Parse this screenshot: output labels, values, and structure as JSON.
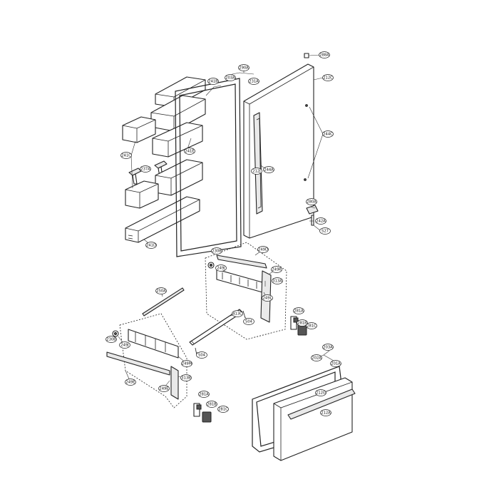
{
  "diagram": {
    "callouts": [
      {
        "id": "c-288a",
        "label": "288A"
      },
      {
        "id": "c-290a",
        "label": "290A"
      },
      {
        "id": "c-212c",
        "label": "212C"
      },
      {
        "id": "c-241b",
        "label": "241B"
      },
      {
        "id": "c-203a-top",
        "label": "203A"
      },
      {
        "id": "c-231a",
        "label": "231A"
      },
      {
        "id": "c-241e",
        "label": "241E"
      },
      {
        "id": "c-241c",
        "label": "241C"
      },
      {
        "id": "c-237a",
        "label": "237A"
      },
      {
        "id": "c-212j",
        "label": "212J"
      },
      {
        "id": "c-244a",
        "label": "244A"
      },
      {
        "id": "c-244c",
        "label": "244C"
      },
      {
        "id": "c-280a",
        "label": "280A"
      },
      {
        "id": "c-242a",
        "label": "242A"
      },
      {
        "id": "c-s27",
        "label": "S27"
      },
      {
        "id": "c-241d",
        "label": "241D"
      },
      {
        "id": "c-249d",
        "label": "249D"
      },
      {
        "id": "c-230b",
        "label": "230B"
      },
      {
        "id": "c-249j",
        "label": "249J"
      },
      {
        "id": "c-249k",
        "label": "249K"
      },
      {
        "id": "c-313a",
        "label": "313A"
      },
      {
        "id": "c-249l",
        "label": "249L"
      },
      {
        "id": "c-250a",
        "label": "250A"
      },
      {
        "id": "c-413c",
        "label": "413C"
      },
      {
        "id": "c-s04-top",
        "label": "S04"
      },
      {
        "id": "c-281a-right",
        "label": "281A"
      },
      {
        "id": "c-281b-right",
        "label": "281B"
      },
      {
        "id": "c-281c-right",
        "label": "281C"
      },
      {
        "id": "c-230b-left",
        "label": "230B"
      },
      {
        "id": "c-249j-left",
        "label": "249J"
      },
      {
        "id": "c-s04-bottom",
        "label": "S04"
      },
      {
        "id": "c-249m",
        "label": "249M"
      },
      {
        "id": "c-313b",
        "label": "313B"
      },
      {
        "id": "c-249e",
        "label": "249E"
      },
      {
        "id": "c-249e-2",
        "label": "249E"
      },
      {
        "id": "c-281a-left",
        "label": "281A"
      },
      {
        "id": "c-281b-left",
        "label": "281B"
      },
      {
        "id": "c-281c-left",
        "label": "281C"
      },
      {
        "id": "c-203a-bottom",
        "label": "203A"
      },
      {
        "id": "c-201a",
        "label": "201A"
      },
      {
        "id": "c-202a",
        "label": "202A"
      },
      {
        "id": "c-212g",
        "label": "212G"
      },
      {
        "id": "c-212a",
        "label": "212A"
      }
    ]
  }
}
